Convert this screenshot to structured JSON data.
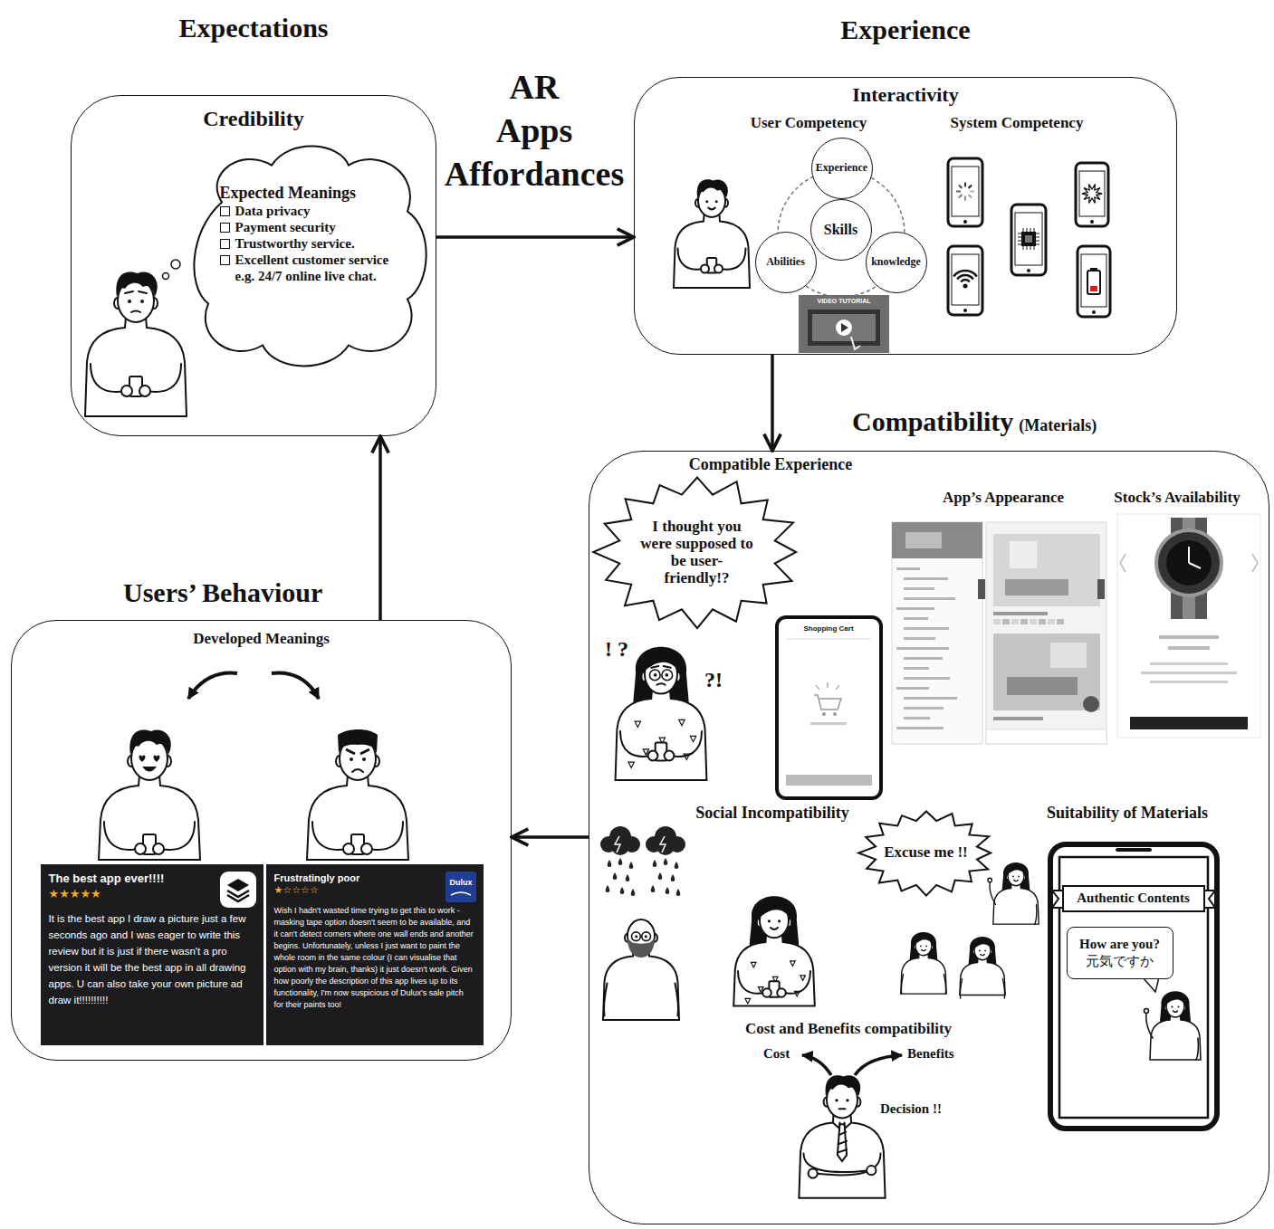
{
  "diagram": {
    "nodes": [
      {
        "text": [
          "Expectations",
          "Credibility"
        ]
      },
      {
        "text": [
          "Expected Meanings",
          "Data privacy",
          "Payment security",
          "Trustworthy service.",
          "Excellent customer service e.g. 24/7 online live chat."
        ],
        "in": 0
      },
      {
        "text": [
          "Experience",
          "Interactivity"
        ]
      },
      {
        "text": [
          "Experience"
        ],
        "in": 2
      },
      {
        "text": [
          "Skills"
        ],
        "in": 2
      },
      {
        "text": [
          "Abilities"
        ],
        "in": 2
      },
      {
        "text": [
          "knowledge"
        ],
        "in": 2
      },
      {
        "text": [
          "Compatibility",
          "(Materials)"
        ]
      },
      {
        "text": [
          "I thought you were supposed to be user-friendly!?"
        ],
        "in": 7
      },
      {
        "text": [
          "Excuse me !!"
        ],
        "in": 7
      },
      {
        "text": [
          "Authentic Contents"
        ],
        "in": 7
      },
      {
        "text": [
          "How are you?",
          "元気ですか"
        ],
        "in": 10
      },
      {
        "text": [
          "Users’ Behaviour",
          "Developed Meanings"
        ]
      },
      {
        "text": [
          "The best app ever!!!!",
          "★★★★★",
          "It is the best app I draw a picture just a few seconds ago and I was eager to write this review but it is just if there wasn't a pro version it will be the best app in all drawing apps. U can also take your own picture ad draw it!!!!!!!!!!"
        ],
        "in": 12
      },
      {
        "text": [
          "Frustratingly poor",
          "★☆☆☆☆",
          "Wish I hadn't wasted time trying to get this to work - masking tape option doesn't seem to be available, and it can't detect corners where one wall ends and another begins. Unfortunately, unless I just want to paint the whole room in the same colour (I can visualise that option with my brain, thanks) it just doesn't work. Given how poorly the description of this app lives up to its functionality, I'm now suspicious of Dulux's sale pitch for their paints too!"
        ],
        "in": 12
      }
    ],
    "edges": [
      {
        "from": 0,
        "to": 2,
        "arrow": "to"
      },
      {
        "from": 2,
        "to": 7,
        "arrow": "to"
      },
      {
        "from": 7,
        "to": 12,
        "arrow": "to"
      },
      {
        "from": 12,
        "to": 0,
        "arrow": "to"
      }
    ],
    "labels": [
      "AR Apps Affordances",
      "User Competency",
      "System Competency",
      "VIDEO TUTORIAL",
      "Compatible Experience",
      "! ?",
      "?!",
      "Shopping Cart",
      "App’s Appearance",
      "Stock’s Availability",
      "Social Incompatibility",
      "Cost and Benefits compatibility",
      "Cost",
      "Benefits",
      "Decision !!",
      "Suitability of Materials",
      "Dulux"
    ]
  }
}
